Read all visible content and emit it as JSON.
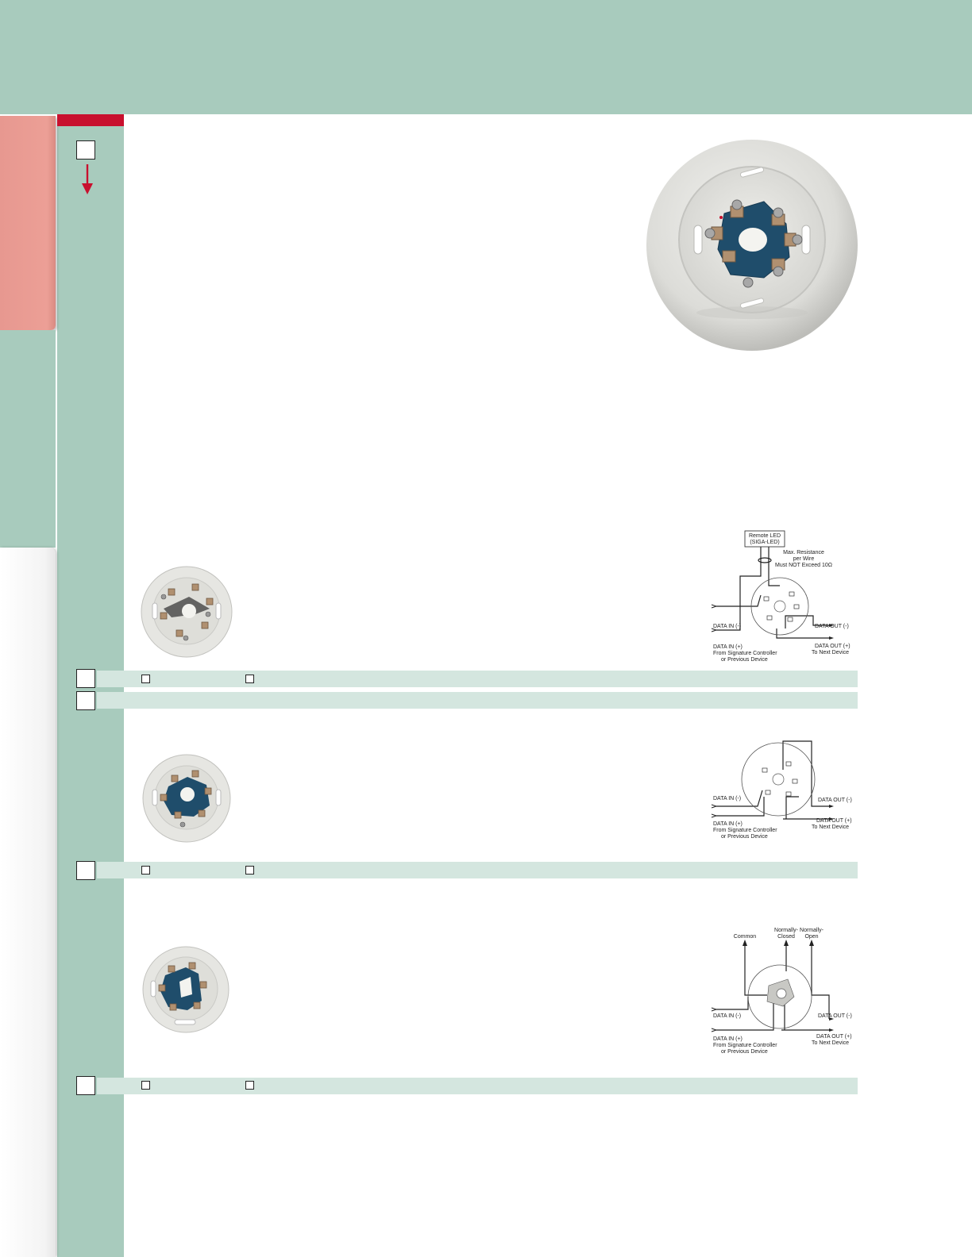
{
  "colors": {
    "banner": "#a8cbbd",
    "accent_red": "#c8102e",
    "tab_red": "#ec9f96",
    "order_band": "#d4e6df"
  },
  "icons": {
    "down_arrow": "arrow-down-icon"
  },
  "diagrams": {
    "relay_led_base": {
      "remote_led_line1": "Remote LED",
      "remote_led_line2": "(SIGA-LED)",
      "resistance_line1": "Max. Resistance",
      "resistance_line2": "per Wire",
      "resistance_line3": "Must NOT Exceed 10Ω",
      "data_in_neg": "DATA IN (-)",
      "data_in_pos": "DATA IN (+)",
      "from_line1": "From Signature Controller",
      "from_line2": "or Previous Device",
      "data_out_neg": "DATA OUT (-)",
      "data_out_pos": "DATA OUT (+)",
      "to_next": "To Next Device"
    },
    "standard_base": {
      "data_in_neg": "DATA IN (-)",
      "data_in_pos": "DATA IN (+)",
      "from_line1": "From Signature Controller",
      "from_line2": "or Previous Device",
      "data_out_neg": "DATA OUT (-)",
      "data_out_pos": "DATA OUT (+)",
      "to_next": "To Next Device"
    },
    "relay_base": {
      "common": "Common",
      "nc_line1": "Normally-",
      "nc_line2": "Closed",
      "no_line1": "Normally-",
      "no_line2": "Open",
      "data_in_neg": "DATA IN (-)",
      "data_in_pos": "DATA IN (+)",
      "from_line1": "From Signature Controller",
      "from_line2": "or Previous Device",
      "data_out_neg": "DATA OUT (-)",
      "data_out_pos": "DATA OUT (+)",
      "to_next": "To Next Device"
    }
  }
}
